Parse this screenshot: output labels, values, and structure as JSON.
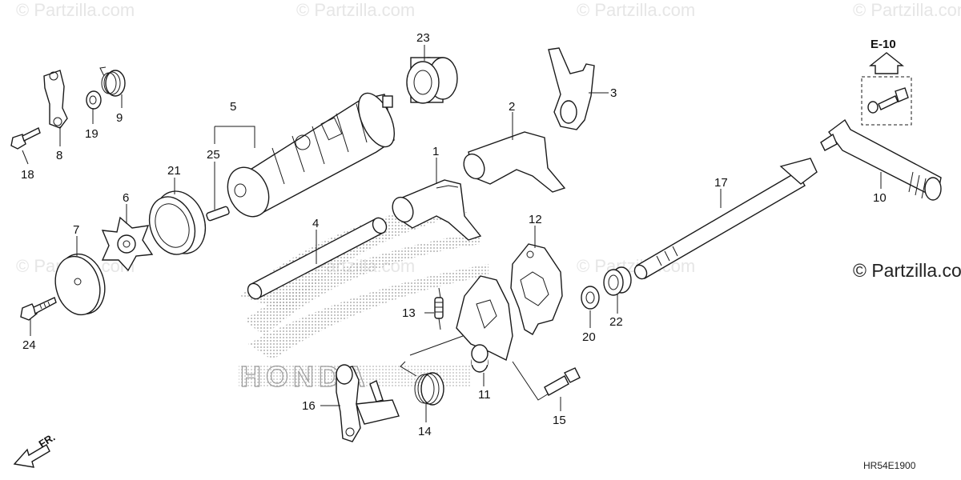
{
  "watermark": "© Partzilla.com",
  "copyright": "© Partzilla.com",
  "ref_label": "E-10",
  "diagram_code": "HR54E1900",
  "front_label": "FR.",
  "brand_mark": "HONDA",
  "callouts": [
    "1",
    "2",
    "3",
    "4",
    "5",
    "6",
    "7",
    "8",
    "9",
    "10",
    "11",
    "12",
    "13",
    "14",
    "15",
    "16",
    "17",
    "18",
    "19",
    "20",
    "21",
    "22",
    "23",
    "24",
    "25"
  ]
}
